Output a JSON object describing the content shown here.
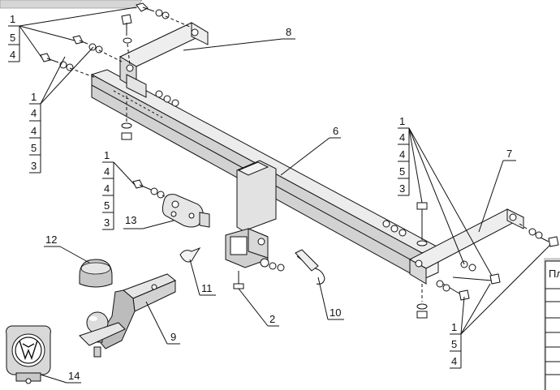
{
  "callouts": {
    "stack_top_left": [
      "1",
      "5",
      "4"
    ],
    "stack_left_mid": [
      "1",
      "4",
      "4",
      "5",
      "3"
    ],
    "stack_bracket_left": [
      "1",
      "4",
      "4",
      "5",
      "3"
    ],
    "stack_right_upper": [
      "1",
      "4",
      "4",
      "5",
      "3"
    ],
    "stack_right_lower": [
      "1",
      "5",
      "4"
    ],
    "part_2": "2",
    "part_6": "6",
    "part_7": "7",
    "part_8": "8",
    "part_9": "9",
    "part_10": "10",
    "part_11": "11",
    "part_12": "12",
    "part_13": "13",
    "part_14": "14"
  },
  "side_table": {
    "header_fragment": "Пл"
  },
  "logo": {
    "brand_name": "Volkswagen"
  }
}
